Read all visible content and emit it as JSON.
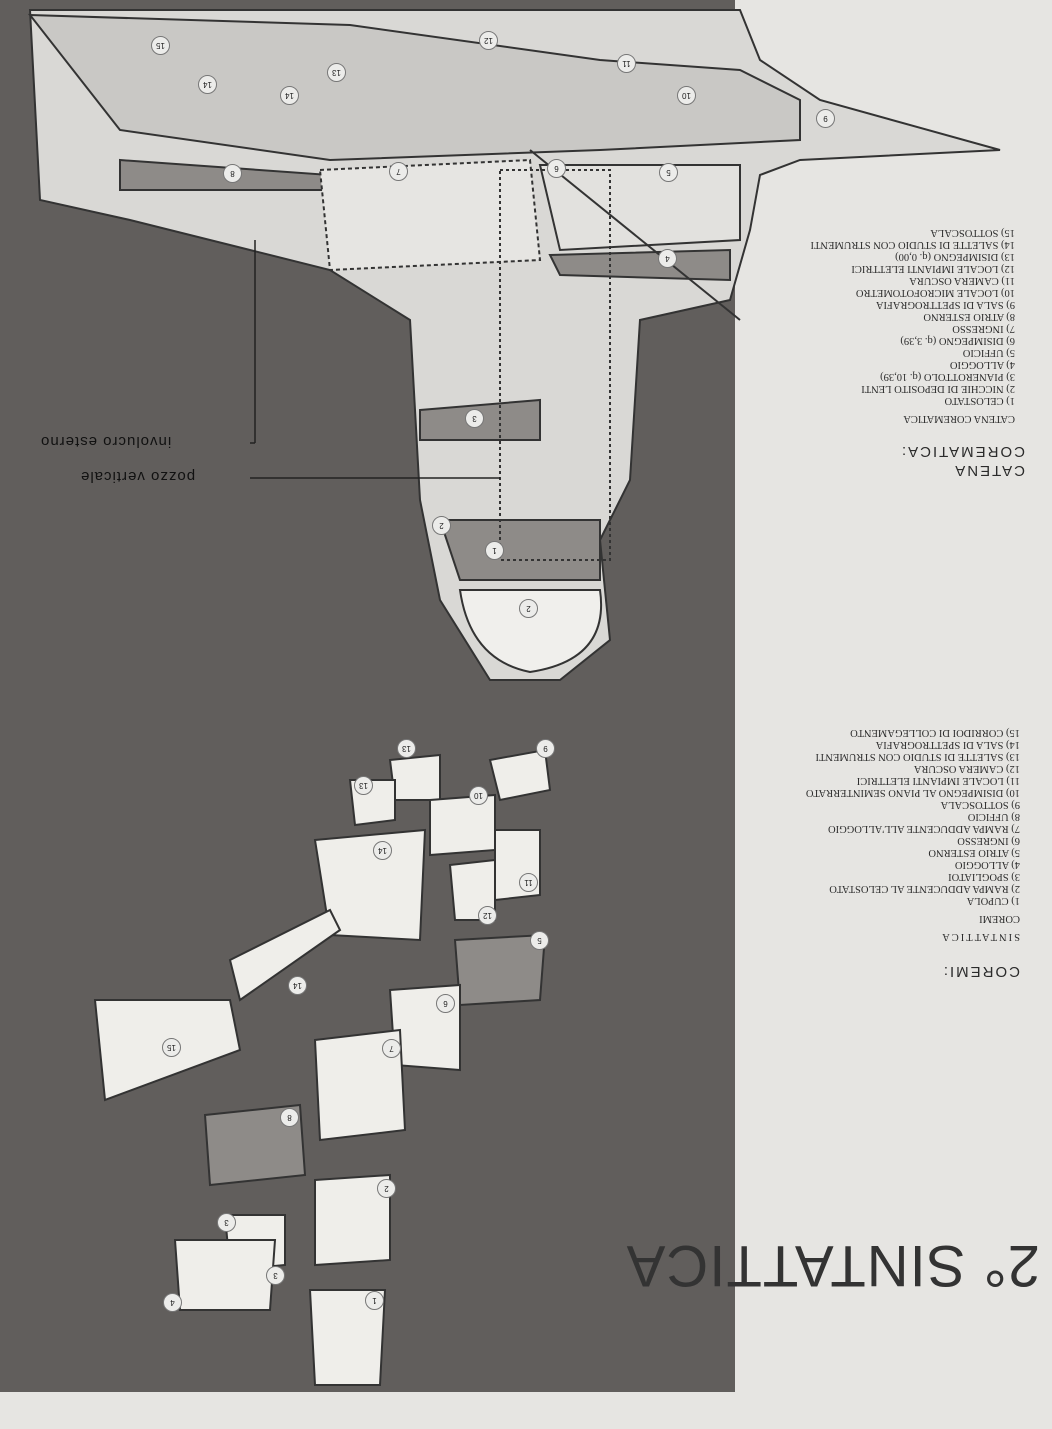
{
  "title": "2° SINTATTICA",
  "coremi": {
    "heading": "COREMI:",
    "subheading": "SINTATTICA",
    "list_title": "COREMI",
    "items": [
      "1) CUPOLA",
      "2) RAMPA ADDUCENTE AL CELOSTATO",
      "3) SPOGLIATOI",
      "4) ALLOGGIO",
      "5) ATRIO ESTERNO",
      "6) INGRESSO",
      "7) RAMPA ADDUCENTE ALL'ALLOGGIO",
      "8) UFFICIO",
      "9) SOTTOSCALA",
      "10) DISIMPEGNO AL PIANO SEMINTERRATO",
      "11) LOCALE IMPIANTI ELETTRICI",
      "12) CAMERA OSCURA",
      "13) SALETTE DI STUDIO CON STRUMENTI",
      "14) SALA DI SPETTROGRAFIA",
      "15) CORRIDOI DI COLLEGAMENTO"
    ]
  },
  "catena": {
    "heading_line1": "CATENA",
    "heading_line2": "COREMATICA:",
    "list_title": "CATENA COREMATICA",
    "items": [
      "1) CELOSTATO",
      "2) NICCHIE DI DEPOSITO LENTI",
      "3) PIANEROTTOLO (q. 10,39)",
      "4) ALLOGGIO",
      "5) UFFICIO",
      "6) DISIMPEGNO (q. 3,39)",
      "7) INGRESSO",
      "8) ATRIO ESTERNO",
      "9) SALA DI SPETTROGRAFIA",
      "10) LOCALE MICROFOTOMETRO",
      "11) CAMERA OSCURA",
      "12) LOCALE IMPIANTI ELETTRICI",
      "13) DISIMPEGNO (q. 0,00)",
      "14) SALETTE DI STUDIO CON STRUMENTI",
      "15) SOTTOSCALA"
    ]
  },
  "annotations": {
    "pozzo": "pozzo verticale",
    "involucro": "involucro esterno"
  },
  "top_labels": [
    "15",
    "12",
    "11",
    "10",
    "9",
    "13",
    "14",
    "14",
    "8",
    "7",
    "6",
    "5",
    "4",
    "3",
    "2",
    "1",
    "2"
  ],
  "bottom_labels": [
    "9",
    "13",
    "13",
    "10",
    "14",
    "11",
    "12",
    "5",
    "14",
    "6",
    "15",
    "7",
    "8",
    "2",
    "3",
    "3",
    "4",
    "1"
  ]
}
